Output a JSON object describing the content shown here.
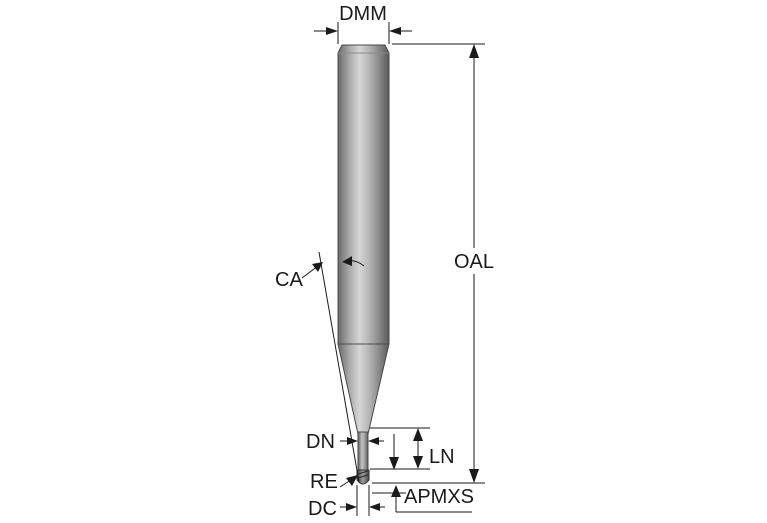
{
  "labels": {
    "dmm": "DMM",
    "oal": "OAL",
    "ca": "CA",
    "dn": "DN",
    "ln": "LN",
    "re": "RE",
    "dc": "DC",
    "apmxs": "APMXS"
  },
  "colors": {
    "background": "#ffffff",
    "ink": "#1a1a1a",
    "tool_dark": "#5e5e5e",
    "tool_light": "#d2d2d2"
  }
}
